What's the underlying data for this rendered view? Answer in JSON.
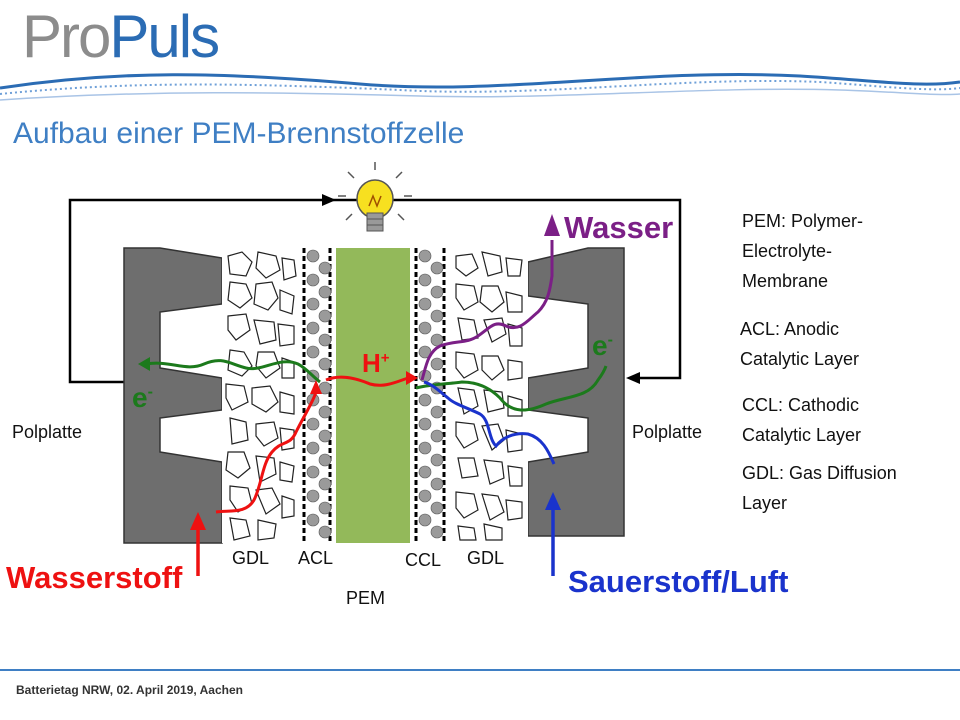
{
  "header": {
    "logo_pro": "Pro",
    "logo_puls": "Puls",
    "title": "Aufbau einer PEM-Brennstoffzelle"
  },
  "diagram": {
    "labels": {
      "wasser": "Wasser",
      "wasserstoff": "Wasserstoff",
      "sauerstoff": "Sauerstoff/Luft",
      "proton": "H",
      "proton_sup": "+",
      "electron_left": "e",
      "electron_right": "e",
      "electron_sup": "-",
      "polplatte_left": "Polplatte",
      "polplatte_right": "Polplatte",
      "gdl_left": "GDL",
      "acl": "ACL",
      "pem": "PEM",
      "ccl": "CCL",
      "gdl_right": "GDL"
    },
    "legend": [
      "PEM: Polymer-Electrolyte-Membrane",
      "ACL: Anodic Catalytic Layer",
      "CCL: Cathodic Catalytic Layer",
      "GDL: Gas Diffusion Layer"
    ],
    "colors": {
      "hydrogen": "#ee1111",
      "oxygen": "#1a33cc",
      "water": "#7b1f86",
      "electron": "#1c7a1c",
      "membrane": "#93b95a",
      "plate": "#6e6e6e",
      "circuit": "#000000",
      "bulb": "#f7e020"
    },
    "icons": [
      "light-bulb-icon"
    ]
  },
  "footer": {
    "text": "Batterietag NRW, 02.  April 2019,  Aachen"
  }
}
